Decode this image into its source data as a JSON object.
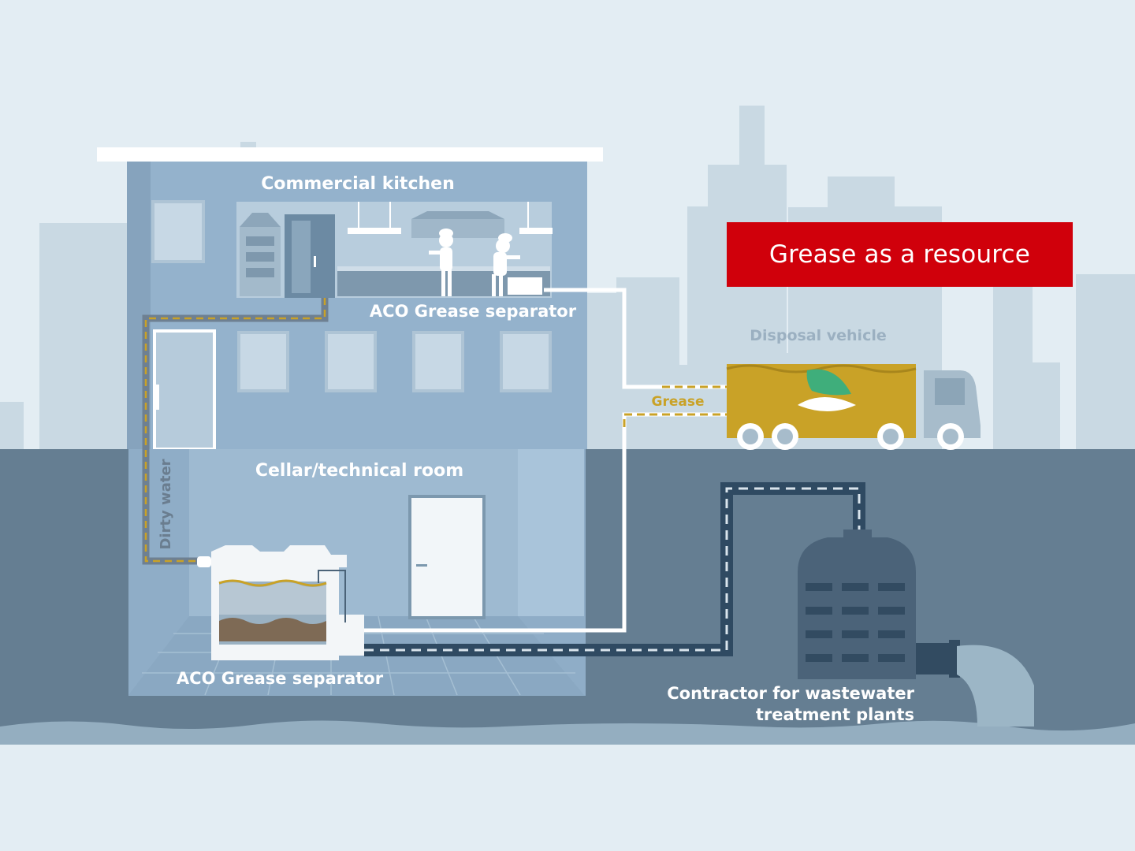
{
  "banner": {
    "text": "Grease as a resource"
  },
  "labels": {
    "commercial_kitchen": "Commercial kitchen",
    "aco_separator_kitchen": "ACO Grease separator",
    "cellar_room": "Cellar/technical room",
    "aco_separator_cellar": "ACO Grease separator",
    "dirty_water": "Dirty water",
    "grease": "Grease",
    "disposal_vehicle": "Disposal vehicle",
    "contractor_line1": "Contractor for wastewater",
    "contractor_line2": "treatment plants"
  },
  "icons": {
    "leaf_logo": "leaf-logo-icon",
    "chef": "chef-icon"
  },
  "colors": {
    "banner_red": "#d0000b",
    "sky": "#e3edf3",
    "skyline": "#c9d9e3",
    "ground": "#657e92",
    "building": "#8fadc7",
    "grease_yellow": "#c9a227",
    "pipe_dark": "#334e66",
    "leaf_green": "#3fae7b"
  }
}
